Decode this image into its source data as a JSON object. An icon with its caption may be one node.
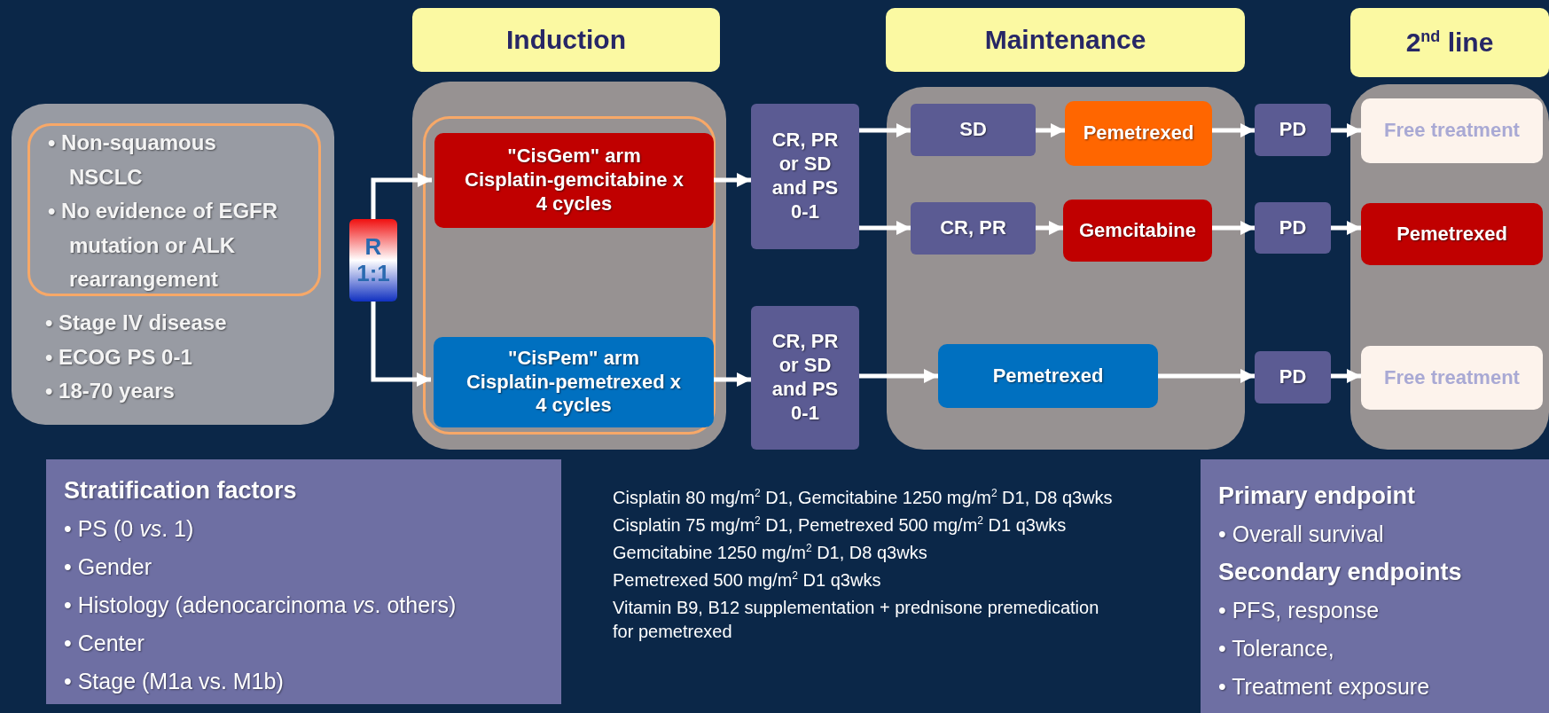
{
  "diagram": {
    "nodes": [
      {
        "text": [
          "• Stage IV disease",
          "• ECOG PS 0-1",
          "• 18-70 years"
        ]
      },
      {
        "text": [
          "• Non-squamous NSCLC",
          "• No evidence of EGFR mutation or ALK rearrangement"
        ],
        "in": 0
      },
      {
        "text": [
          "R",
          "1:1"
        ]
      },
      {
        "text": [
          "Induction"
        ]
      },
      {
        "text": [],
        "shape": "box"
      },
      {
        "text": [],
        "shape": "box",
        "in": 4
      },
      {
        "text": [
          "\"CisGem\" arm",
          "Cisplatin-gemcitabine x 4 cycles"
        ],
        "in": 5
      },
      {
        "text": [
          "\"CisPem\" arm",
          "Cisplatin-pemetrexed x 4 cycles"
        ],
        "in": 5
      },
      {
        "text": [
          "CR, PR or SD and PS 0-1"
        ]
      },
      {
        "text": [
          "CR, PR or SD and PS 0-1"
        ]
      },
      {
        "text": [
          "Maintenance"
        ]
      },
      {
        "text": [],
        "shape": "box"
      },
      {
        "text": [
          "SD"
        ],
        "in": 11
      },
      {
        "text": [
          "Pemetrexed"
        ],
        "in": 11
      },
      {
        "text": [
          "CR, PR"
        ],
        "in": 11
      },
      {
        "text": [
          "Gemcitabine"
        ],
        "in": 11
      },
      {
        "text": [
          "Pemetrexed"
        ],
        "in": 11
      },
      {
        "text": [
          "PD"
        ]
      },
      {
        "text": [
          "PD"
        ]
      },
      {
        "text": [
          "PD"
        ]
      },
      {
        "text": [
          "2$^{nd}$ line"
        ]
      },
      {
        "text": [],
        "shape": "box"
      },
      {
        "text": [
          "Free treatment"
        ],
        "in": 21
      },
      {
        "text": [
          "Pemetrexed"
        ],
        "in": 21
      },
      {
        "text": [
          "Free treatment"
        ],
        "in": 21
      },
      {
        "text": [
          "Stratification factors",
          "• PS (0 *vs*. 1)",
          "• Gender",
          "• Histology (adenocarcinoma *vs*. others)",
          "• Center",
          "• Stage (M1a vs. M1b)"
        ]
      },
      {
        "text": [
          "Primary endpoint",
          "• Overall survival",
          "Secondary endpoints",
          "• PFS, response",
          "• Tolerance,",
          "• Treatment exposure"
        ]
      }
    ],
    "edges": [
      {
        "from": 2,
        "to": 6,
        "arrow": "to"
      },
      {
        "from": 2,
        "to": 7,
        "arrow": "to"
      },
      {
        "from": 6,
        "to": 8,
        "arrow": "to"
      },
      {
        "from": 7,
        "to": 9,
        "arrow": "to"
      },
      {
        "from": 8,
        "to": 12,
        "arrow": "to"
      },
      {
        "from": 8,
        "to": 14,
        "arrow": "to"
      },
      {
        "from": 9,
        "to": 16,
        "arrow": "to"
      },
      {
        "from": 12,
        "to": 13,
        "arrow": "to"
      },
      {
        "from": 14,
        "to": 15,
        "arrow": "to"
      },
      {
        "from": 13,
        "to": 17,
        "arrow": "to"
      },
      {
        "from": 15,
        "to": 18,
        "arrow": "to"
      },
      {
        "from": 16,
        "to": 19,
        "arrow": "to"
      },
      {
        "from": 17,
        "to": 22,
        "arrow": "to"
      },
      {
        "from": 18,
        "to": 23,
        "arrow": "to"
      },
      {
        "from": 19,
        "to": 24,
        "arrow": "to"
      }
    ],
    "labels": [
      "Cisplatin 80 mg/m$^{2}$ D1, Gemcitabine 1250 mg/m$^{2}$ D1, D8 q3wks",
      "Cisplatin 75 mg/m$^{2}$ D1, Pemetrexed 500 mg/m$^{2}$ D1 q3wks",
      "Gemcitabine 1250 mg/m$^{2}$ D1, D8 q3wks",
      "Pemetrexed 500 mg/m$^{2}$ D1 q3wks",
      "Vitamin B9, B12 supplementation + prednisone premedication for pemetrexed"
    ]
  }
}
